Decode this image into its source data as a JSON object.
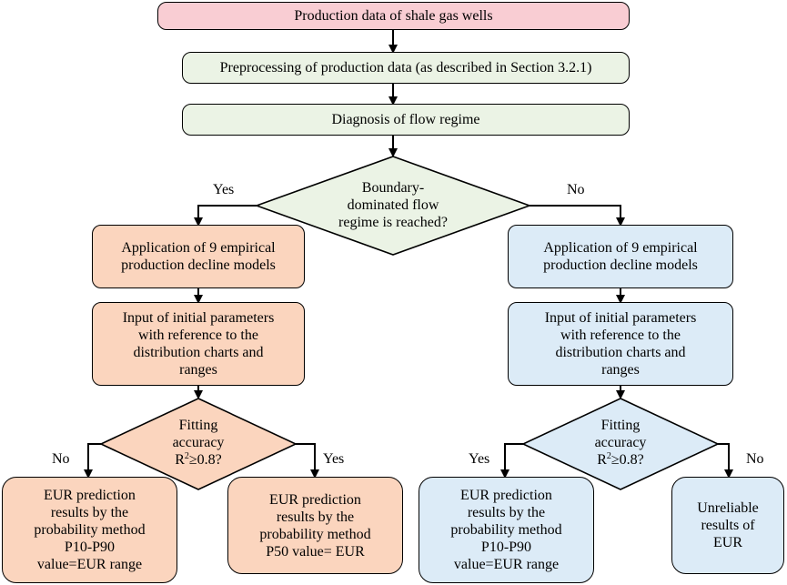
{
  "colors": {
    "pink": "#f9cdd3",
    "green": "#ebf3e5",
    "orange": "#fbd5be",
    "blue": "#dcebf7",
    "stroke": "#000000"
  },
  "nodes": {
    "production_data": {
      "lines": [
        "Production data of shale gas wells"
      ]
    },
    "preprocessing": {
      "lines": [
        "Preprocessing of production data (as described in Section 3.2.1)"
      ]
    },
    "diagnosis": {
      "lines": [
        "Diagnosis of flow regime"
      ]
    },
    "boundary_decision": {
      "lines": [
        "Boundary-",
        "dominated flow",
        "regime is reached?"
      ]
    },
    "left_models": {
      "lines": [
        "Application of 9 empirical",
        "production decline models"
      ]
    },
    "right_models": {
      "lines": [
        "Application of 9 empirical",
        "production decline models"
      ]
    },
    "left_input": {
      "lines": [
        "Input of initial parameters",
        "with reference to the",
        "distribution charts and",
        "ranges"
      ]
    },
    "right_input": {
      "lines": [
        "Input of initial parameters",
        "with reference to the",
        "distribution charts and",
        "ranges"
      ]
    },
    "left_fitting": {
      "line1": "Fitting",
      "line2": "accuracy",
      "r_prefix": "R",
      "r_sup": "2",
      "r_suffix": "≥0.8?"
    },
    "right_fitting": {
      "line1": "Fitting",
      "line2": "accuracy",
      "r_prefix": "R",
      "r_sup": "2",
      "r_suffix": "≥0.8?"
    },
    "left_p10p90": {
      "lines": [
        "EUR prediction",
        "results by the",
        "probability method",
        "P10-P90",
        "value=EUR range"
      ]
    },
    "left_p50": {
      "lines": [
        "EUR prediction",
        "results by the",
        "probability method",
        "P50 value= EUR"
      ]
    },
    "right_p10p90": {
      "lines": [
        "EUR prediction",
        "results by the",
        "probability method",
        "P10-P90",
        "value=EUR range"
      ]
    },
    "unreliable": {
      "lines": [
        "Unreliable",
        "results of",
        "EUR"
      ]
    }
  },
  "labels": {
    "boundary_yes": "Yes",
    "boundary_no": "No",
    "left_no": "No",
    "left_yes": "Yes",
    "right_yes": "Yes",
    "right_no": "No"
  }
}
